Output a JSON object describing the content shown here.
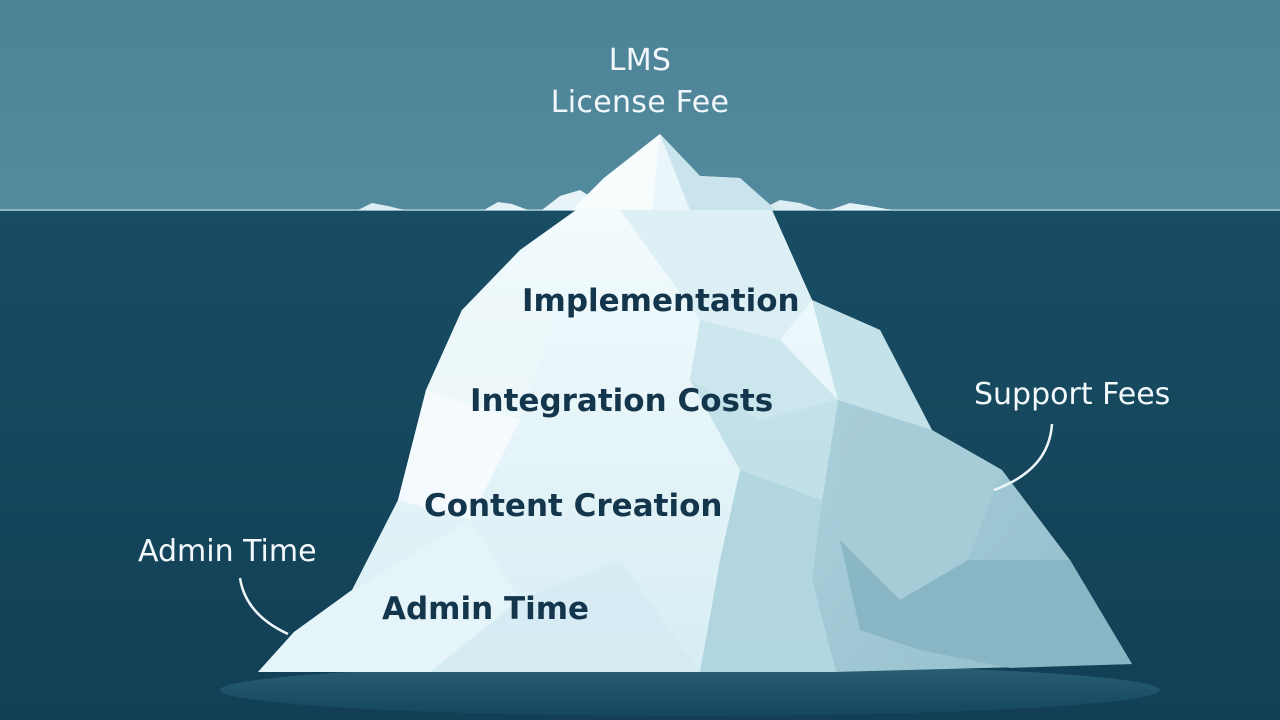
{
  "colors": {
    "sky": "#4f8499",
    "water": "#15485f",
    "ice_light": "#eef8fb",
    "ice_mid": "#bfe1ea",
    "ice_shadow": "#7eaebc",
    "text_dark": "#14364c",
    "text_light": "#f2f8fb"
  },
  "tip": {
    "line1": "LMS",
    "line2": "License Fee"
  },
  "submerged": {
    "implementation": "Implementation",
    "integration": "Integration Costs",
    "content": "Content Creation",
    "admin": "Admin Time"
  },
  "callouts": {
    "support": "Support Fees",
    "admin_left": "Admin Time"
  }
}
